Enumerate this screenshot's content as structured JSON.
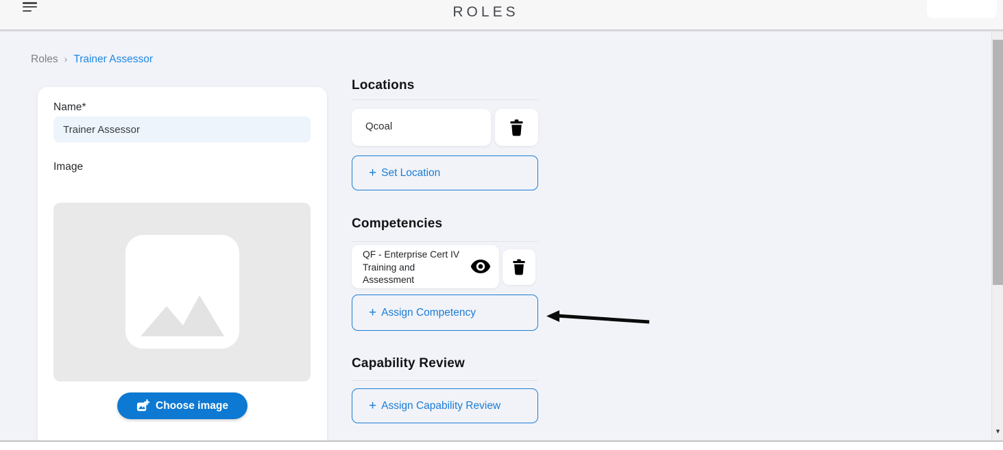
{
  "header": {
    "title": "ROLES"
  },
  "breadcrumb": {
    "parent": "Roles",
    "separator": "›",
    "current": "Trainer Assessor"
  },
  "form": {
    "name_label": "Name*",
    "name_value": "Trainer Assessor",
    "image_label": "Image",
    "choose_image_label": "Choose image"
  },
  "locations": {
    "heading": "Locations",
    "items": [
      {
        "name": "Qcoal"
      }
    ],
    "add_label": "Set Location"
  },
  "competencies": {
    "heading": "Competencies",
    "items": [
      {
        "name": "QF - Enterprise Cert IV Training and Assessment"
      }
    ],
    "add_label": "Assign Competency"
  },
  "capability_review": {
    "heading": "Capability Review",
    "add_label": "Assign Capability Review"
  },
  "icons": {
    "plus": "+",
    "scroll_down_arrow": "▾",
    "menu": "hamburger-icon",
    "delete": "trash-icon",
    "view": "eye-icon",
    "choose_image": "image-plus-icon"
  },
  "colors": {
    "accent_blue": "#0d79d2",
    "outline_blue": "#1c7cd5",
    "link_blue": "#1e88e5",
    "page_background": "#f1f3f8",
    "header_background": "#f7f7f8"
  }
}
